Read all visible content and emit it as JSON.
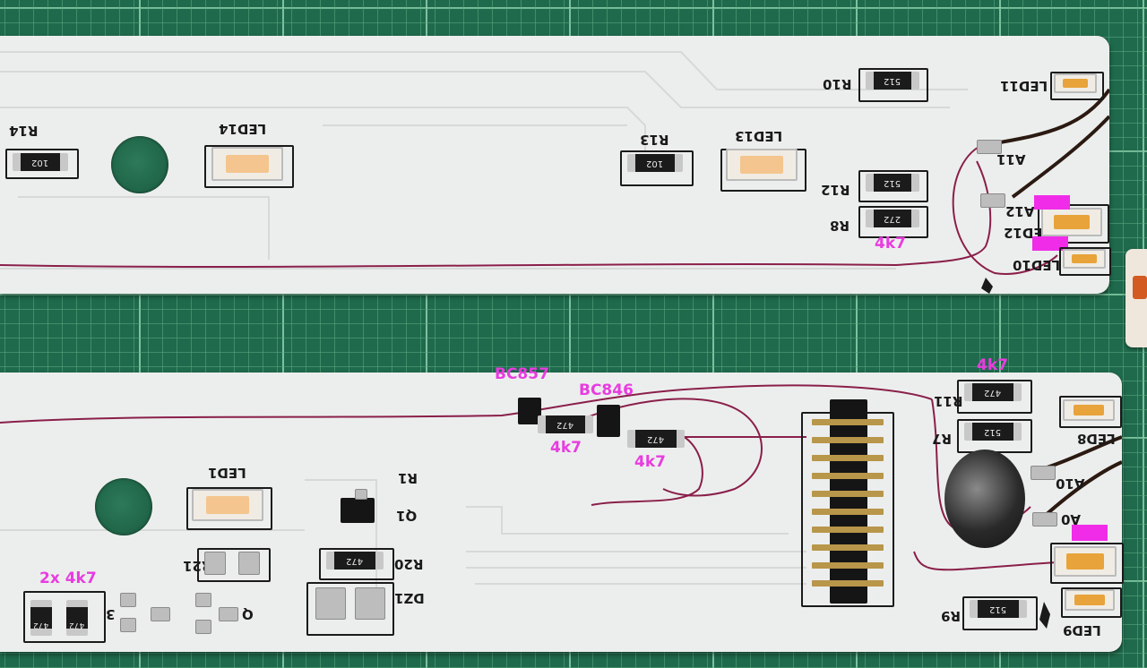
{
  "top_board": {
    "labels": {
      "r14": "R14",
      "led14": "LED14",
      "r13": "R13",
      "led13": "LED13",
      "r10": "R10",
      "led11": "LED11",
      "r12": "R12",
      "r8": "R8",
      "a11": "A11",
      "a12": "A12",
      "led12": "LED12",
      "led10": "LED10"
    },
    "codes": {
      "r14": "102",
      "r13": "102",
      "r10": "512",
      "r12": "512",
      "r8": "272"
    }
  },
  "bottom_board": {
    "labels": {
      "led1": "LED1",
      "r1": "R1",
      "q1": "Q1",
      "r20": "R20",
      "d21": "DZ1",
      "r21": "R21",
      "q_partial": "Q",
      "r3_partial": "3",
      "r11": "R11",
      "r7": "R7",
      "led8": "LED8",
      "a10": "A10",
      "a0": "A0",
      "r9": "R9",
      "led9": "LED9"
    },
    "codes": {
      "r20": "472",
      "bc857_res": "472",
      "bc846_res": "472",
      "r11": "472",
      "r7": "512",
      "r9": "512",
      "left_a": "472",
      "left_b": "472"
    }
  },
  "annotations": {
    "top_r8": "4k7",
    "bc857": "BC857",
    "bc846": "BC846",
    "bc857_res": "4k7",
    "bc846_res": "4k7",
    "r11": "4k7",
    "left": "2x 4k7"
  },
  "colors": {
    "annotation": "#e83ce0",
    "board": "#eceeed",
    "mat": "#1f6a4c",
    "wire": "#8a1f4a"
  }
}
